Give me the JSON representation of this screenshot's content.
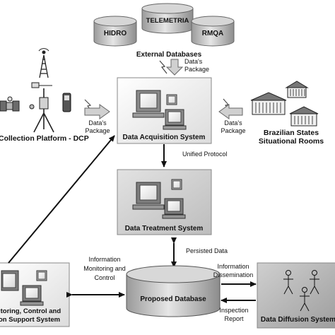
{
  "external_dbs": {
    "hidro": "HIDRO",
    "telemetria": "TELEMETRIA",
    "rmqa": "RMQA",
    "caption": "External Databases"
  },
  "package_labels": {
    "line1": "Data's",
    "line2": "Package"
  },
  "dcp": {
    "label": "Collection Platform - DCP"
  },
  "rooms": {
    "line1": "Brazilian States",
    "line2": "Situational Rooms"
  },
  "systems": {
    "acquisition": "Data Acquisition System",
    "treatment": "Data Treatment System",
    "monitoring_line1": "itoring, Control and",
    "monitoring_line2": "on Support System",
    "diffusion": "Data Diffusion System"
  },
  "database": {
    "label": "Proposed Database"
  },
  "flows": {
    "unified": "Unified Protocol",
    "persisted": "Persisted Data",
    "monitoring_line1": "Information",
    "monitoring_line2": "Monitoring and",
    "monitoring_line3": "Control",
    "dissemination_line1": "Information",
    "dissemination_line2": "Dissemination",
    "inspection_line1": "Inspection",
    "inspection_line2": "Report"
  }
}
